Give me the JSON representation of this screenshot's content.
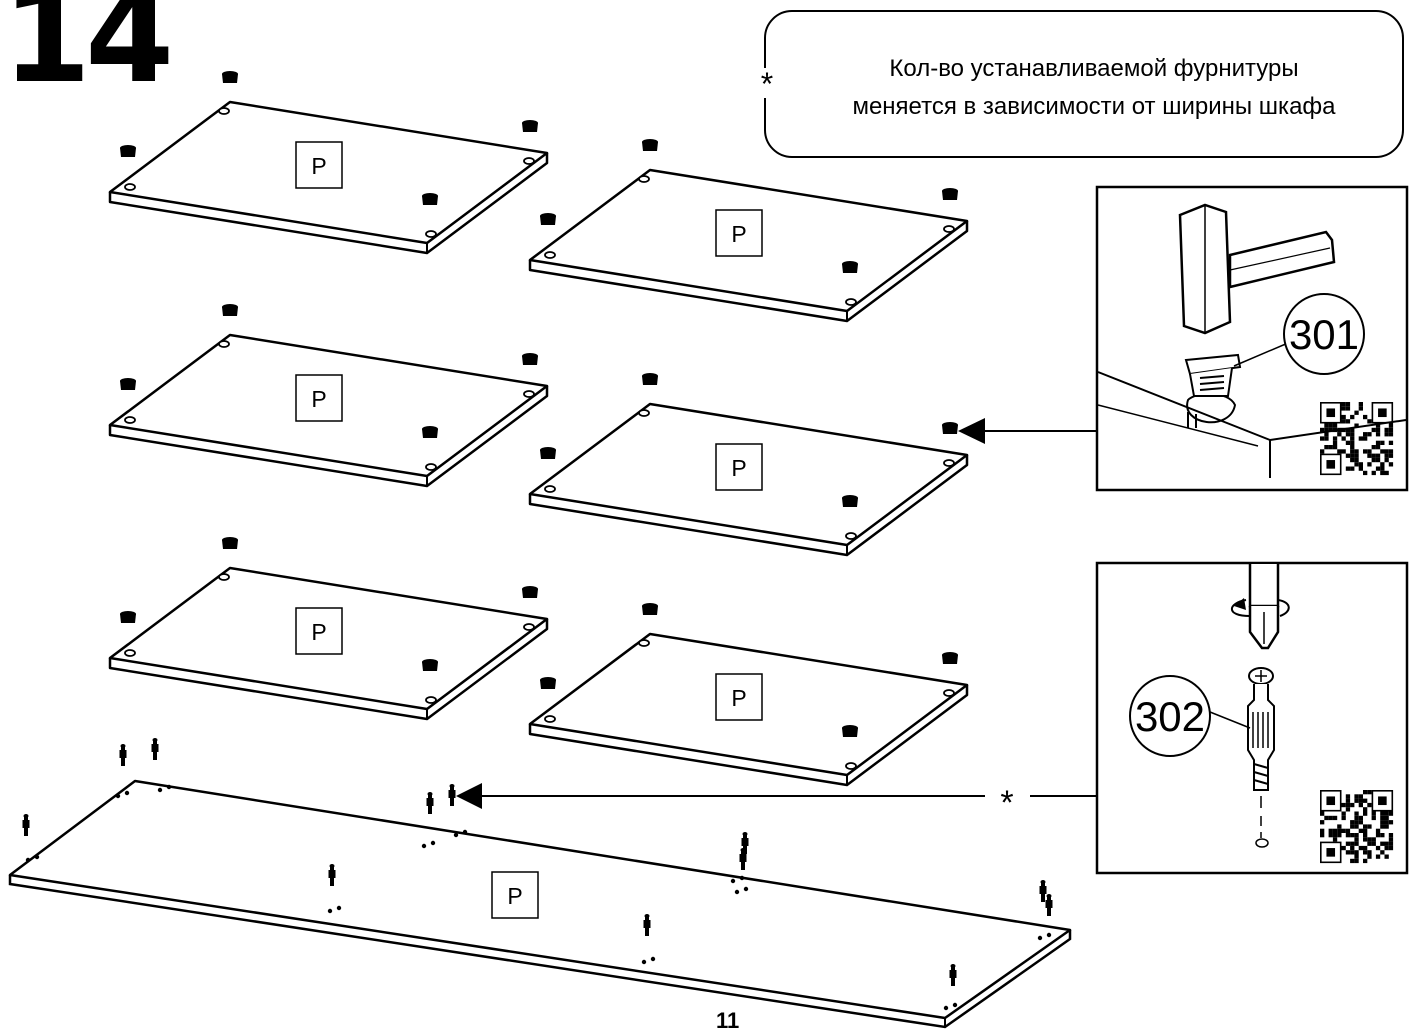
{
  "step": {
    "number": "14"
  },
  "note": {
    "marker": "*",
    "line1": "Кол-во устанавливаемой фурнитуры",
    "line2": "меняется в зависимости от ширины шкафа"
  },
  "panels": {
    "label": "P"
  },
  "callouts": {
    "cam": {
      "part_number": "301"
    },
    "dowel": {
      "part_number": "302",
      "marker": "*"
    }
  },
  "page": {
    "number": "11"
  }
}
